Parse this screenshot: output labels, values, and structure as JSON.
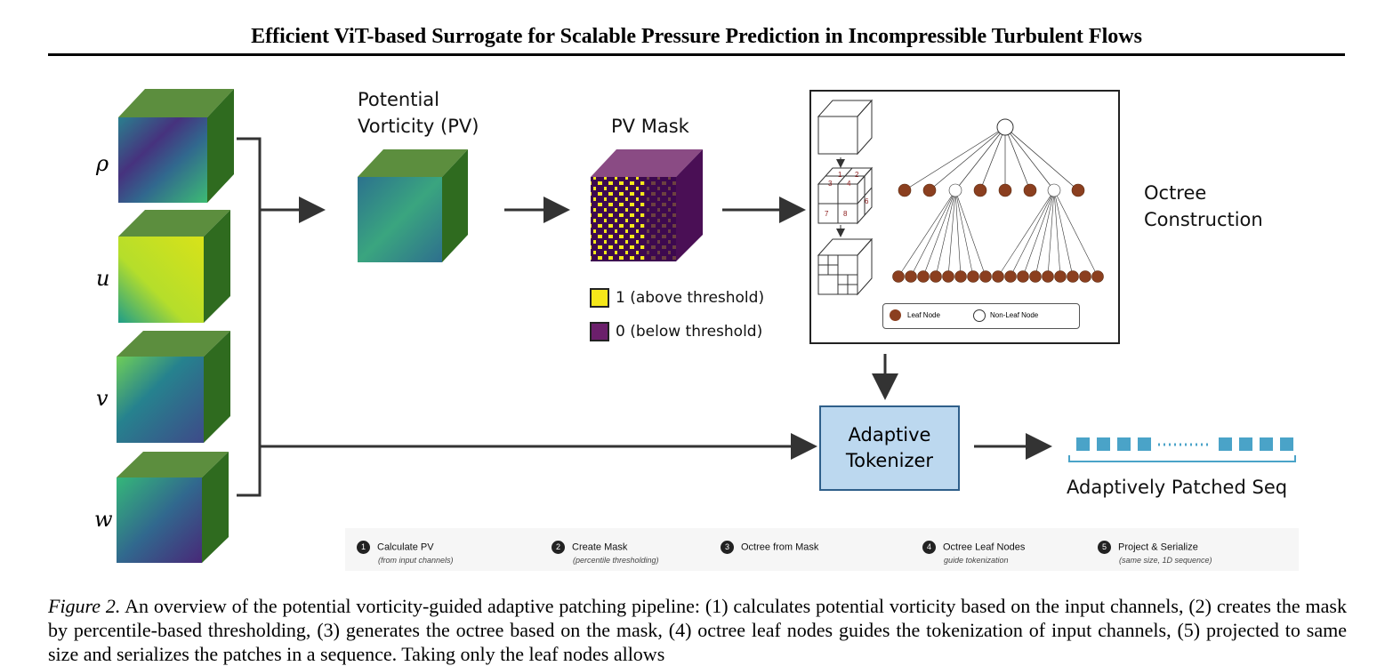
{
  "header": {
    "title": "Efficient ViT-based Surrogate for Scalable Pressure Prediction in Incompressible Turbulent Flows"
  },
  "inputs": {
    "rho": "ρ",
    "u": "u",
    "v": "v",
    "w": "w"
  },
  "pv": {
    "title_line1": "Potential",
    "title_line2": "Vorticity (PV)"
  },
  "mask": {
    "title": "PV Mask",
    "legend_one": "1 (above threshold)",
    "legend_zero": "0 (below threshold)"
  },
  "octree": {
    "title_line1": "Octree",
    "title_line2": "Construction",
    "legend_leaf": "Leaf Node",
    "legend_nonleaf": "Non-Leaf Node",
    "cube_nums": [
      "1",
      "2",
      "3",
      "4",
      "6",
      "7",
      "8"
    ]
  },
  "tokenizer": {
    "line1": "Adaptive",
    "line2": "Tokenizer"
  },
  "sequence": {
    "label": "Adaptively Patched Seq"
  },
  "steps": [
    {
      "num": "1",
      "title": "Calculate PV",
      "sub": "(from input channels)"
    },
    {
      "num": "2",
      "title": "Create Mask",
      "sub": "(percentile thresholding)"
    },
    {
      "num": "3",
      "title": "Octree from Mask",
      "sub": ""
    },
    {
      "num": "4",
      "title": "Octree Leaf Nodes",
      "sub": "guide tokenization"
    },
    {
      "num": "5",
      "title": "Project & Serialize",
      "sub": "(same size, 1D sequence)"
    }
  ],
  "caption": {
    "label": "Figure 2.",
    "text": " An overview of the potential vorticity-guided adaptive patching pipeline: (1) calculates potential vorticity based on the input channels, (2) creates the mask by percentile-based thresholding, (3) generates the octree based on the mask, (4) octree leaf nodes guides the tokenization of input channels, (5) projected to same size and serializes the patches in a sequence. Taking only the leaf nodes allows"
  },
  "colors": {
    "cube_top": "#5c8e3e",
    "cube_side": "#2f6b1f",
    "mask_top": "#8a4b84",
    "mask_side": "#4a0f55",
    "leaf": "#8b3f1f",
    "token": "#4aa3c8",
    "tokenizer_fill": "#bcd8ef"
  }
}
